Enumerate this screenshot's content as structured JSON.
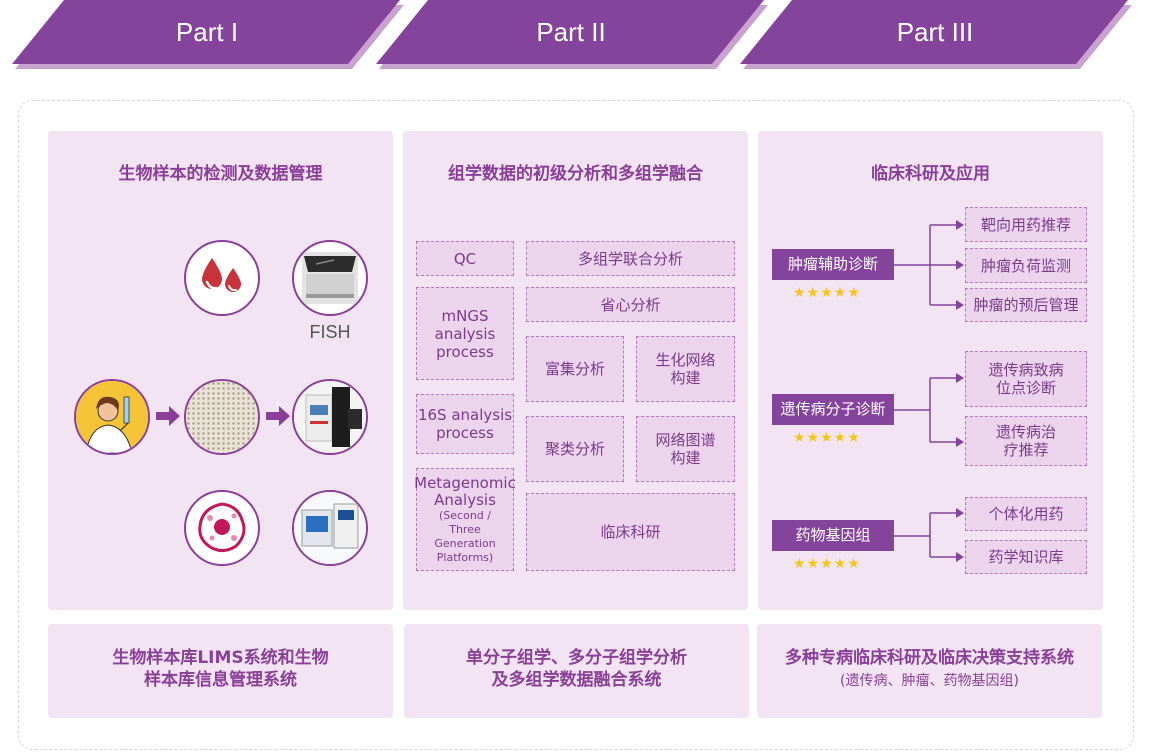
{
  "banners": [
    "Part I",
    "Part II",
    "Part III"
  ],
  "part1": {
    "title": "生物样本的检测及数据管理",
    "fish_label": "FISH",
    "icons": [
      "blood-drop-icon",
      "sequencer-icon",
      "scientist-icon",
      "microarray-icon",
      "lab-instrument-icon",
      "cell-icon",
      "analyzer-icon"
    ],
    "bottom_line1": "生物样本库LIMS系统和生物",
    "bottom_line2": "样本库信息管理系统"
  },
  "part2": {
    "title": "组学数据的初级分析和多组学融合",
    "left_boxes": [
      "QC",
      "mNGS\nanalysis\nprocess",
      "16S analysis\nprocess"
    ],
    "meta_line1": "Metagenomic",
    "meta_line2": "Analysis",
    "meta_sub": "(Second /\nThree\nGeneration\nPlatforms)",
    "right_boxes": [
      "多组学联合分析",
      "省心分析",
      "富集分析",
      "生化网络\n构建",
      "聚类分析",
      "网络图谱\n构建",
      "临床科研"
    ],
    "bottom_line1": "单分子组学、多分子组学分析",
    "bottom_line2": "及多组学数据融合系统"
  },
  "part3": {
    "title": "临床科研及应用",
    "groups": [
      {
        "label": "肿瘤辅助诊断",
        "stars": "★★★★★",
        "items": [
          "靶向用药推荐",
          "肿瘤负荷监测",
          "肿瘤的预后管理"
        ]
      },
      {
        "label": "遗传病分子诊断",
        "stars": "★★★★★",
        "items": [
          "遗传病致病\n位点诊断",
          "遗传病治\n疗推荐"
        ]
      },
      {
        "label": "药物基因组",
        "stars": "★★★★★",
        "items": [
          "个体化用药",
          "药学知识库"
        ]
      }
    ],
    "bottom_line1": "多种专病临床科研及临床决策支持系统",
    "bottom_line2": "(遗传病、肿瘤、药物基因组)"
  },
  "colors": {
    "purple": "#84449b",
    "panel": "#f2e4f2",
    "box": "#ecd5ec",
    "star": "#f4c61a"
  }
}
